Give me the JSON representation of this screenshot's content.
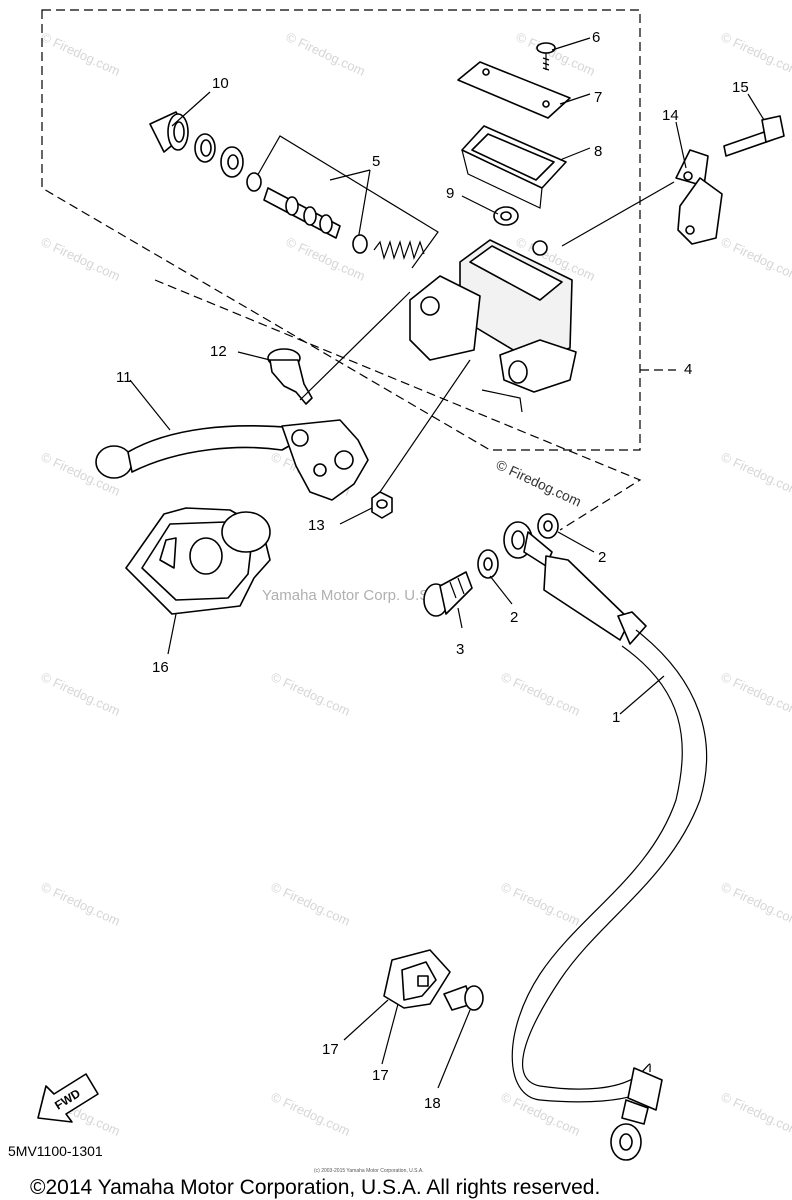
{
  "watermarks": {
    "firedog": "© Firedog.com",
    "firedog_center": "© Firedog.com",
    "yamaha": "Yamaha Motor Corp. U.S.A.",
    "tiny_copyright": "(c) 2003-2015 Yamaha Motor Corporation, U.S.A."
  },
  "callouts": {
    "c1": "1",
    "c2a": "2",
    "c2b": "2",
    "c3": "3",
    "c4": "4",
    "c5": "5",
    "c6": "6",
    "c7": "7",
    "c8": "8",
    "c9": "9",
    "c10": "10",
    "c11": "11",
    "c12": "12",
    "c13": "13",
    "c14": "14",
    "c15": "15",
    "c16": "16",
    "c17a": "17",
    "c17b": "17",
    "c18": "18"
  },
  "fwd_label": "FWD",
  "diagram_code": "5MV1100-1301",
  "copyright": "©2014 Yamaha Motor Corporation, U.S.A. All rights reserved."
}
